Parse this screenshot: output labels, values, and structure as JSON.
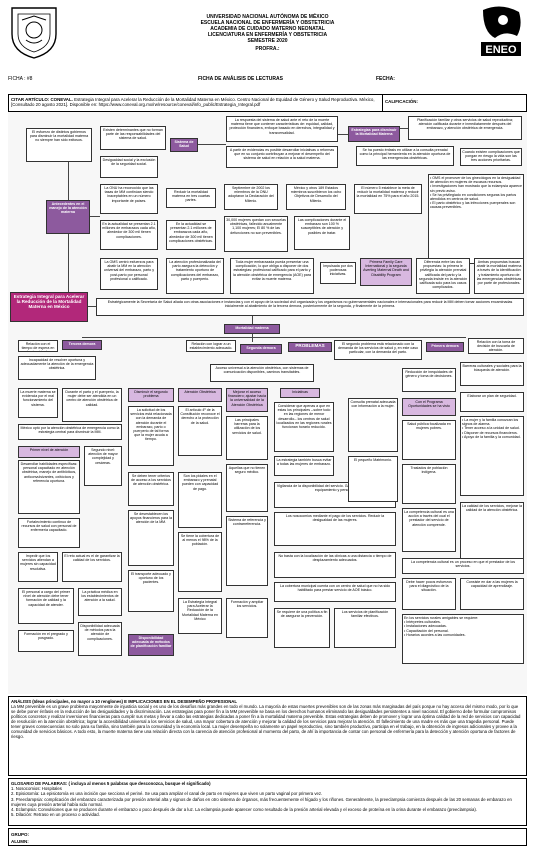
{
  "header": {
    "line1": "UNIVERSIDAD NACIONAL AUTÓNOMA DE MÉXICO",
    "line2": "ESCUELA NACIONAL DE ENFERMERÍA Y OBSTETRICIA",
    "line3": "ACADEMIA DE CUIDADO MATERNO NEONATAL",
    "line4": "LICENCIATURA EN ENFERMERÍA Y OBSTETRICIA",
    "line5": "SEMESTRE 2020",
    "profra": "PROFRA.:",
    "ficha_title": "FICHA DE ANÁLISIS DE LECTURAS",
    "ficha_num": "FICHA : #8",
    "fecha": "FECHA:",
    "eneo": "ENEO"
  },
  "cita": {
    "label": "CITAR ARTÍCULO: CONEVAL.",
    "text": "Estrategia Integral para Acelerar la Reducción de la Mortalidad Materna en México. Centro Nacional de Equidad de Género y Salud Reproductiva. México, [Consultado 20 agosto 2021]. Disponible en: https://www.coneval.org.mx/rw/resource/coneval/info_public/Estrategia_Integral.pdf",
    "calificacion": "CALIFICACIÓN:"
  },
  "map": {
    "antecedentes": "Antecedentes en el manejo de la atención materna",
    "estrategia": "Estrategia Integral para Acelerar la Reducción de la Mortalidad Materna en México",
    "sistema": "Sistema de Salud",
    "estrategias_dism": "Estrategias para disminuir la Mortalidad Materna",
    "mortalidad": "Mortalidad materna",
    "problemas": "PROBLEMAS",
    "tercera": "Tercera demora",
    "segunda": "Segunda demora",
    "primera": "Primera demora",
    "b1": "El esfuerzo de distintos gobiernos para disminuir la mortalidad materna no siempre han sido exitosos.",
    "b2": "Existen determinantes que no forman parte de las responsabilidades del sistema de salud.",
    "b3": "La respuesta del sistema de salud ante el reto de la muerte materna tiene que contener características de: equidad, calidad, protección financiera, enfoque basado en derechos, integralidad y transversalidad.",
    "b4": "A partir de evidencias es posible desarrollar iniciativas o reformas que en su conjunto contribuyan a mejorar el desempeño del sistema de salud en relación a la salud materna.",
    "b5": "Planificación familiar y otros servicios de salud reproductiva; atención calificada durante e inmediatamente después del embarazo, y atención obstétrica de emergencia.",
    "b6": "Desigualdad social y la exclusión de la seguridad social.",
    "b7": "La ONU ha reconocido que las tasas de MM continúan siendo inaceptables en un número importante de países.",
    "b8": "Reducir la mortalidad materna en tres cuartas partes.",
    "b9": "Septiembre de 2002 los miembros de la ONU adoptaron la Declaración del Milenio.",
    "b10": "México y otros 189 Estados miembros suscribieron los ocho Objetivos de Desarrollo del Milenio.",
    "b11": "Se ha puesto énfasis en utilizar a la consulta prenatal como la principal herramienta en la atención oportuna de las emergencias obstétricas.",
    "b12": "Cuando existen complicaciones que pongan en riesgo la vida son las tres acciones prioritarias.",
    "b13": "En la actualidad se presentan 2.1 millones de embarazos cada año, alrededor de 300 mil tienen complicaciones.",
    "b14": "En la actualidad se presentan 2.1 millones de embarazos cada año, alrededor de 300 mil tienen complicaciones obstétricas.",
    "b15": "30,000 mujeres quedan con secuelas obstétricas, fallecido anualmente 1,100 mujeres; El 80 % de las defunciones no son prevenibles.",
    "b16": "Las complicaciones durante el embarazo son 100 % susceptibles de atención y posibles de tratar.",
    "b17": "El número 5 establece la meta de reducir la mortalidad materna y reducir la mortalidad en 75% para el año 2015.",
    "b18": "La OMS centró esfuerzos para abatir la MM en la atención universal del embarazo, parto y post-parto por personal profesional o calificado.",
    "b19": "La atención profesionalizada del parto asegura la detección y tratamiento oportuno de complicaciones del embarazo, parto y puerperio.",
    "b20": "Toda mujer embarazada pueda presentar una complicación, lo que obliga a disponer de dos estrategias: profesional calificado para el parto y la atención obstétrica de emergencia (AOE) para evitar la muerte materna.",
    "b21": "Impulsada por dos poderosas iniciativas.",
    "b22": "Primera Family Care International y la segunda Averting Maternal Death and Disability Program",
    "b23": "Diferencia entre las dos propuestas: la primera le privilegia la atención prenatal calificada del parto y la segunda insiste en la atención calificada solo para los casos complicados.",
    "b24": "Ambas propuestas buscan abatir la mortalidad materna a través de la identificación y tratamiento oportuno de las emergencias obstétricas por parte de profesionales.",
    "b25": "Estratégicamente la Secretaría de Salud aliada con otras asociaciones e instancias y con el apoyo de la sociedad civil organizada y los organismos no gubernamentales nacionales e internacionales para reducir la MM deben tomar acciones encaminadas inicialmente al abatimiento de la tercera demora, posteriormente de la segunda, y finalmente de la primera.",
    "b26": "Acceso universal a la atención obstétrica, con sistemas de comunicación disponibles, caminos transitables.",
    "b27": "Relación con el tiempo de espera en la atención de urgencias.",
    "b28": "Relación con lograr a un establecimiento adecuado.",
    "b29": "El segundo problema está relacionado con la demanda de los servicios de salud y, en este caso particular, con la demanda del parto.",
    "b30": "Relación con la toma de decisión de buscarla de atención.",
    "b31": "Disminuir el segundo problema",
    "b32": "Atención Obstétrica",
    "b33": "Mejorar el acceso financiero; ajustar hacia la universalidad de la Atención Obstétrica",
    "b34": "Iniciativas",
    "b35": "Atención a la mujer embarazada",
    "b36": "La Estrategia Integral para Acelerar la Reducción de la Mortalidad Materna en México",
    "b37": "Disponibilidad adecuada de métodos de planificación familiar",
    "analysis_title": "ANÁLISIS (Ideas principales, no mayor a 10 renglones) E IMPLICACIONES EN EL DESEMPEÑO PROFESIONAL",
    "analysis_text": "La MM prevenible es un grave problema mayormente de injusticia social y es uno de los desafíos más grandes en todo el mundo. La mayoría de estas muertes prevenibles son de las zonas más marginadas del país porque no hay acceso del mismo modo, por lo que se debe poner énfasis en la reducción de las desigualdades y la discriminación. Las estrategias para poner fin a la MM prevenible se basa en los derechos humanos eliminando las desigualdades persistentes a nivel nacional. El gobierno debe formular compromisos políticos concretos y realizar inversiones financieras para cumplir sus metas y llevar a cabo las estrategias dedicadas a poner fin a la mortalidad materna prevenible. Estas estrategias deben de promover y lograr una óptima calidad de la red de servicios con capacidad de resolución en la atención obstétrica; lograr la accesibilidad universal a los servicios de salud, una mayor cobertura de atención y mejorar la calidad de los servicios para mejorar la atención. El fallecimiento de una madre es más que una tragedia personal. Puede tener graves consecuencias no solo para su familia, sino también para la comunidad y la economía local. La mujer desempeña no solamente un papel reproductivo, sino también productivo, participa en el trabajo, en la obtención de ingresos adicionales y provee a la comunidad de servicios básicos. A todo esto, la muerte materna tiene una relación directa con la carencia de atención profesional al momento del parto, de ahí la importancia de contar con personal de enfermería para la detección y atención oportuna de factores de riesgo."
  },
  "glossary": {
    "title": "GLOSARIO DE PALABRAS: ( incluya al menos 5 palabras que desconozca, busque el significado)",
    "items": [
      "1. Nosocomios: Hospitales",
      "2. Episiotomía: La episiotomía es una incisión que secciona el periné. Se usa para ampliar el canal de parto en mujeres que viven un parto vaginal por primera vez.",
      "3. Preeclampsia: complicación del embarazo caracterizada por presión arterial alta y signos de daños en otro sistema de órganos, más frecuentemente el hígado y los riñones. Generalmente, la preeclampsia comienza después de las 20 semanas de embarazo en mujeres cuya presión arterial había sido normal.",
      "4. Eclampsia: Convulsiones que se producen durante el embarazo o poco después de dar a luz. La eclampsia puede aparecer como resultado de la presión arterial elevada y el exceso de proteína en la orina durante el embarazo (preeclampsia).",
      "5. Dilación: Retraso en un proceso o actividad."
    ]
  },
  "footer": {
    "grupo": "GRUPO:",
    "alumn": "ALUMN:"
  }
}
